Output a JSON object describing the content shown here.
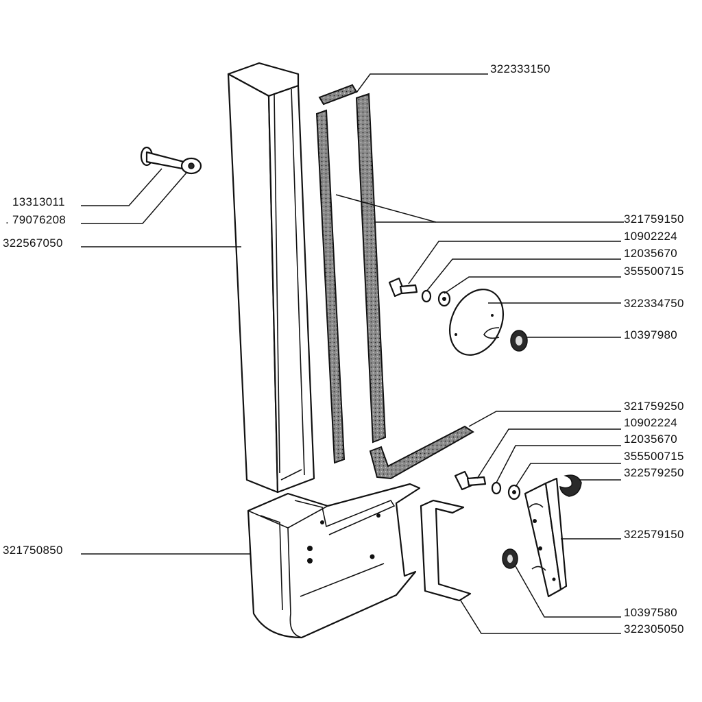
{
  "labels": {
    "p322333150": "322333150",
    "p13313011": "13313011",
    "p79076208": ". 79076208",
    "p322567050": "322567050",
    "p321759150": "321759150",
    "p10902224a": "10902224",
    "p12035670a": "12035670",
    "p355500715a": "355500715",
    "p322334750": "322334750",
    "p10397980": "10397980",
    "p321759250": "321759250",
    "p10902224b": "10902224",
    "p12035670b": "12035670",
    "p355500715b": "355500715",
    "p322579250": "322579250",
    "p322579150": "322579150",
    "p321750850": "321750850",
    "p10397580": "10397580",
    "p322305050": "322305050"
  }
}
